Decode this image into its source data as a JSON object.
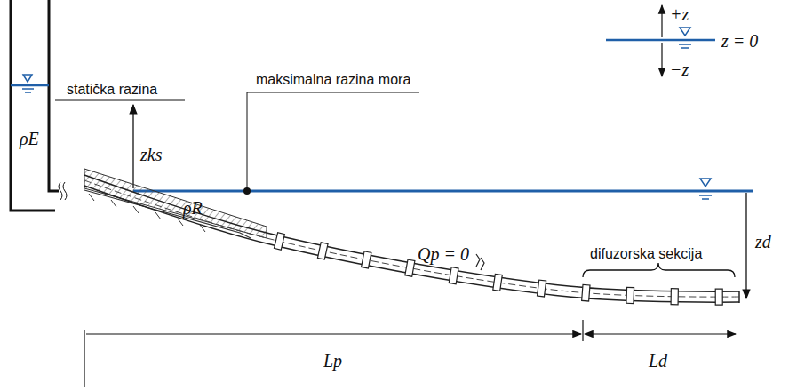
{
  "diagram": {
    "labels": [
      "statička razina",
      "maksimalna razina mora",
      "ρE",
      "zks",
      "ρR",
      "Qp = 0",
      "difuzorska sekcija",
      "zd",
      "Lp",
      "Ld",
      "+z",
      "z = 0",
      "−z"
    ]
  }
}
